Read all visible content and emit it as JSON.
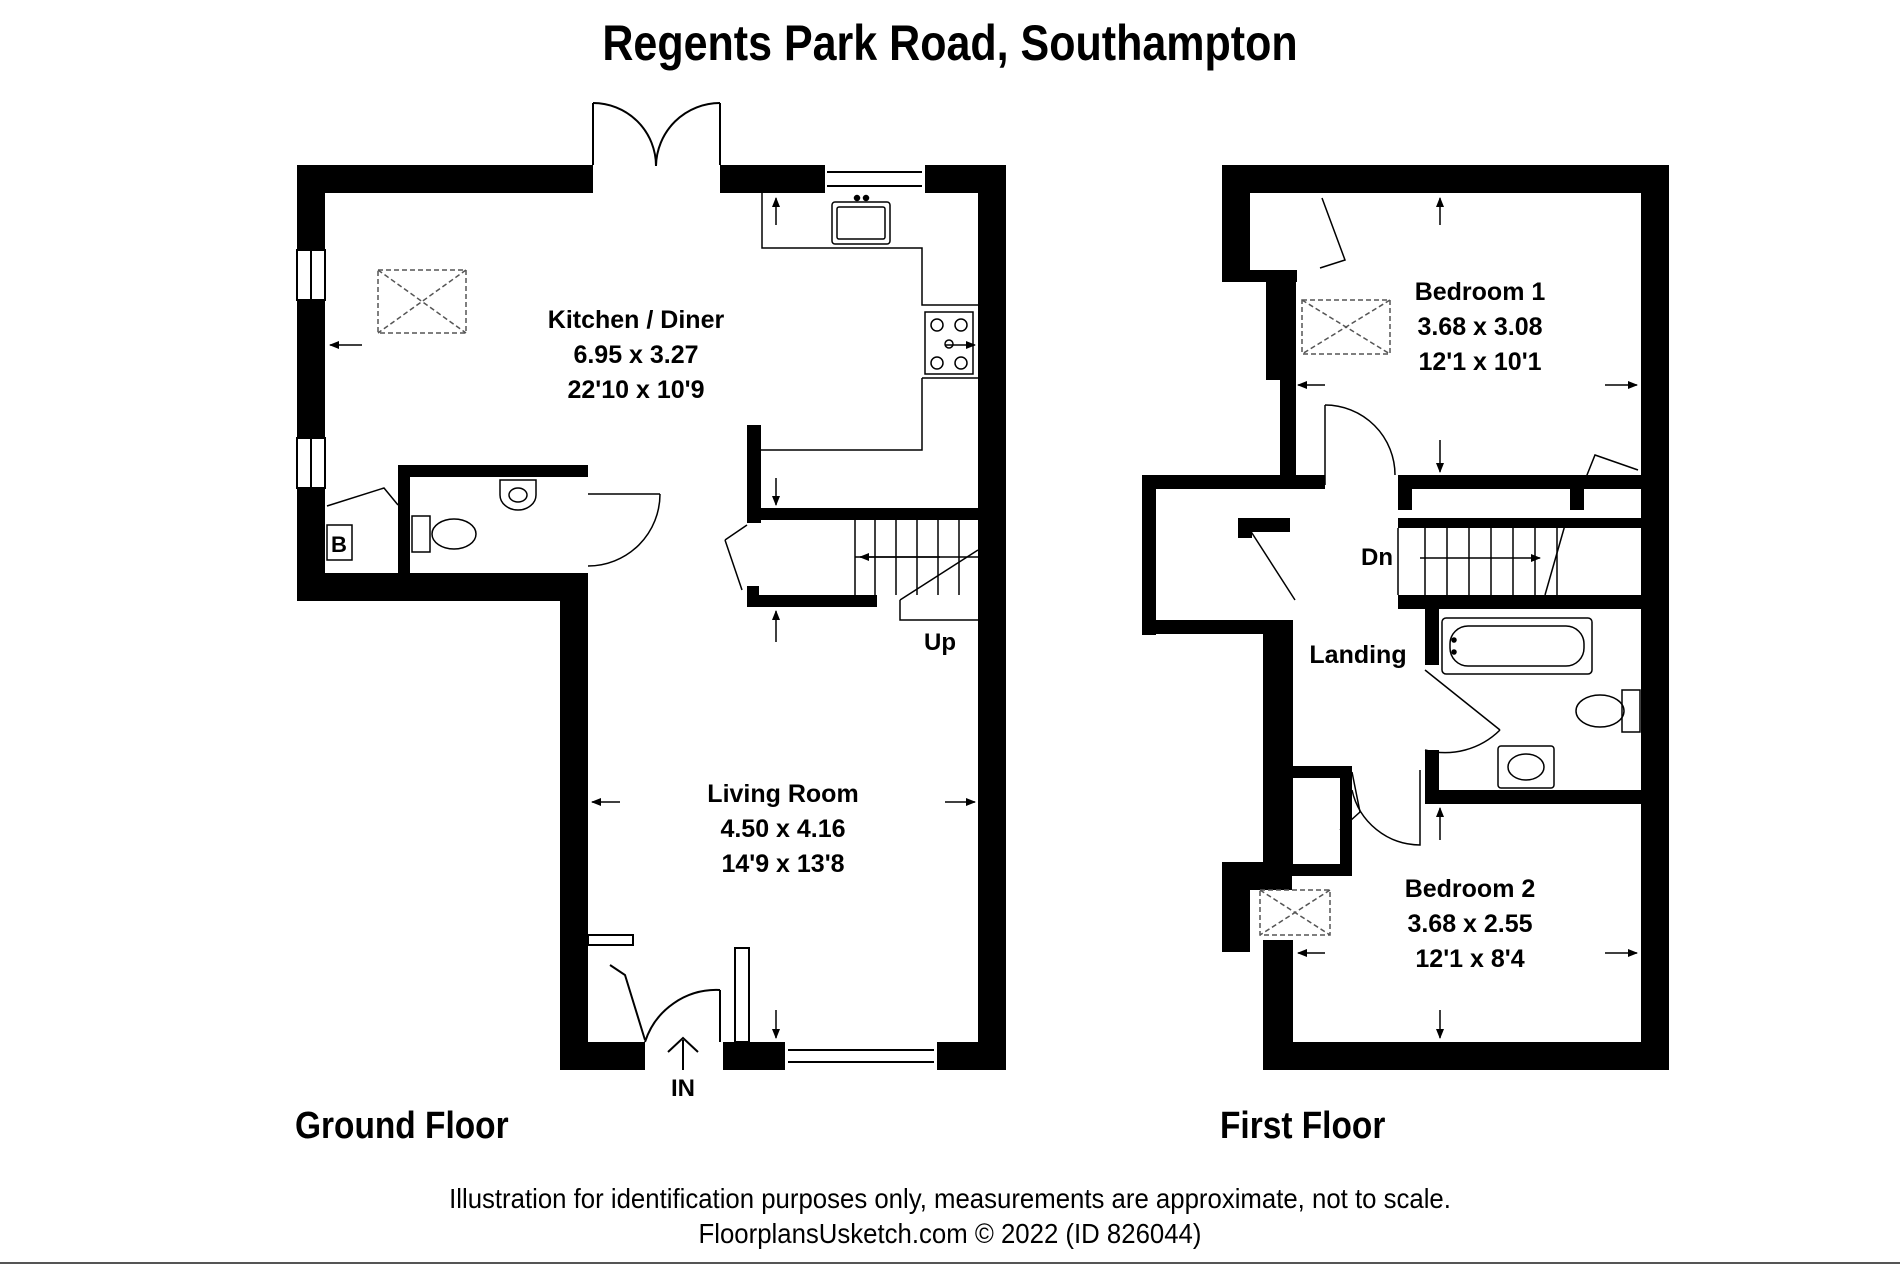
{
  "title": "Regents Park Road, Southampton",
  "floors": {
    "ground": {
      "label": "Ground Floor",
      "kitchen": {
        "name": "Kitchen / Diner",
        "metric": "6.95 x 3.27",
        "imperial": "22'10 x 10'9"
      },
      "living": {
        "name": "Living Room",
        "metric": "4.50 x 4.16",
        "imperial": "14'9 x 13'8"
      },
      "boiler_label": "B",
      "stairs_label": "Up",
      "entrance_label": "IN"
    },
    "first": {
      "label": "First Floor",
      "bedroom1": {
        "name": "Bedroom 1",
        "metric": "3.68 x 3.08",
        "imperial": "12'1 x 10'1"
      },
      "bedroom2": {
        "name": "Bedroom 2",
        "metric": "3.68 x 2.55",
        "imperial": "12'1 x 8'4"
      },
      "landing": {
        "name": "Landing"
      },
      "stairs_label": "Dn"
    }
  },
  "footer": {
    "disclaimer": "Illustration for identification purposes only, measurements are approximate, not to scale.",
    "credit": "FloorplansUsketch.com © 2022 (ID 826044)"
  }
}
